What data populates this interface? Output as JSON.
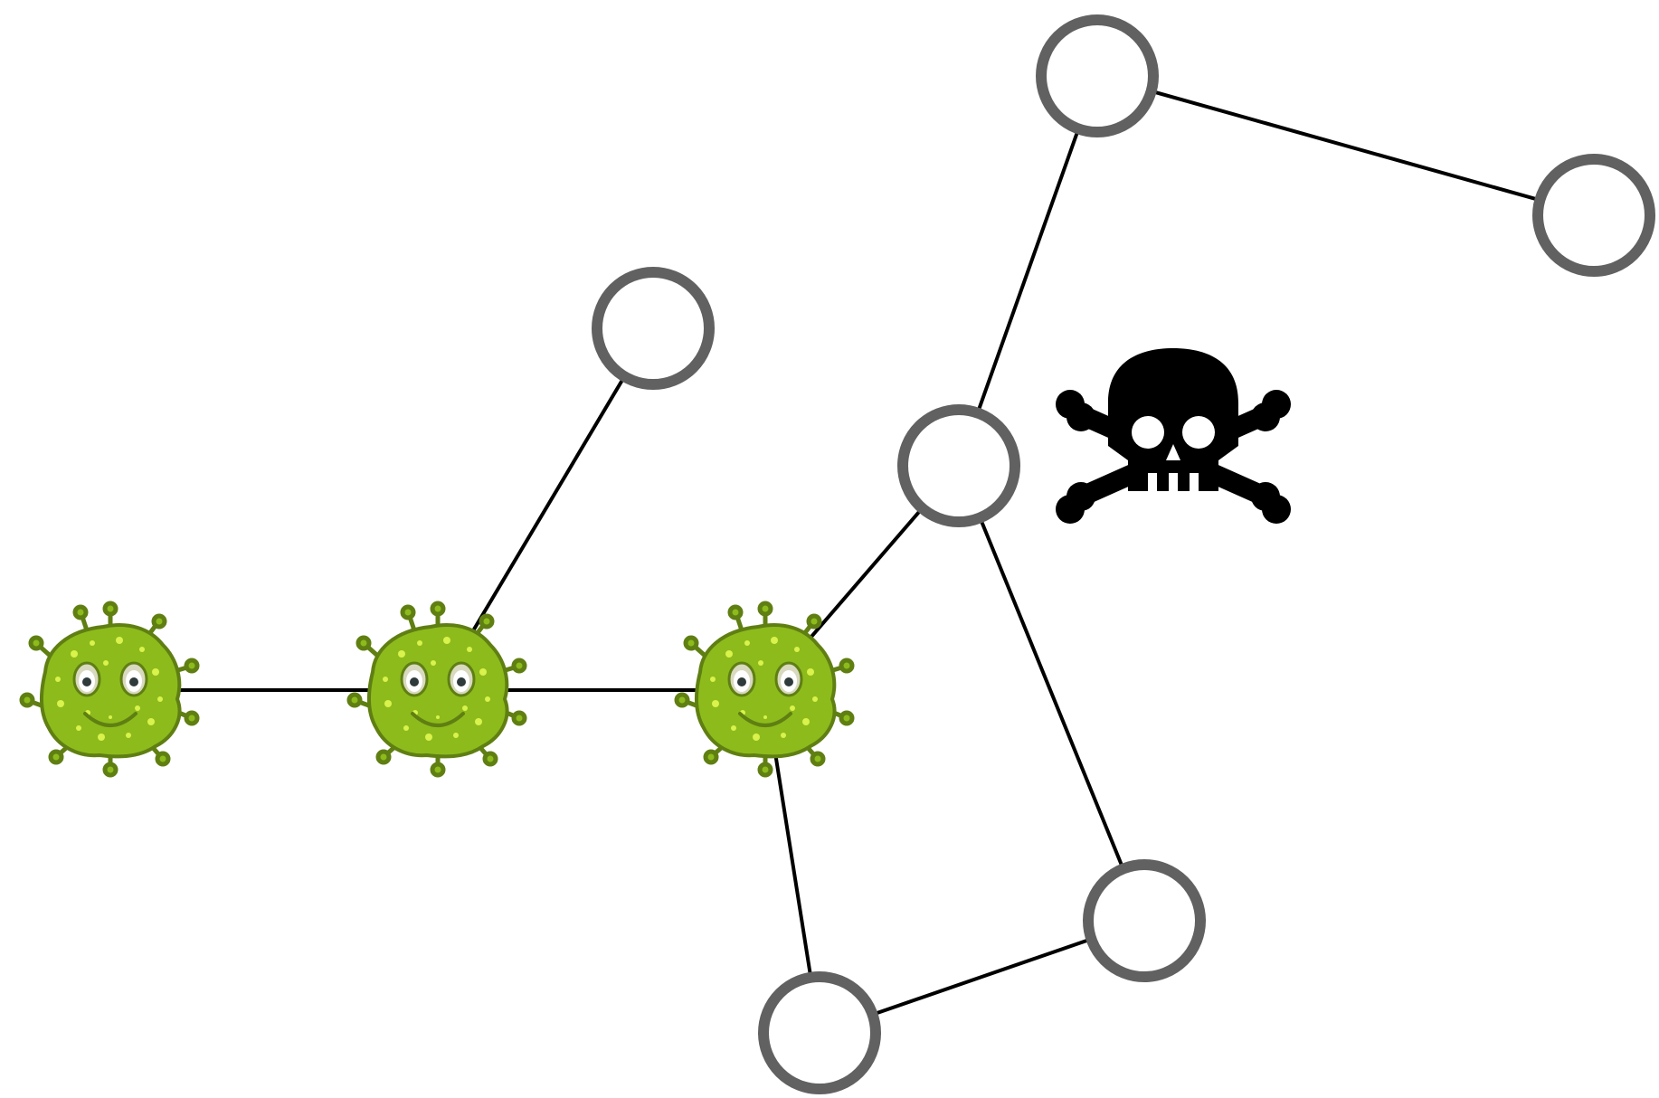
{
  "diagram": {
    "type": "network-graph",
    "colors": {
      "edge": "#000000",
      "node_stroke": "#616161",
      "node_fill": "#ffffff",
      "virus_body": "#8dbb1c",
      "virus_body_dark": "#5f7f12",
      "virus_spot": "#d9f24c",
      "skull": "#000000"
    },
    "nodes": [
      {
        "id": "n1",
        "state": "infected",
        "icon": "virus-icon"
      },
      {
        "id": "n2",
        "state": "infected",
        "icon": "virus-icon"
      },
      {
        "id": "n3",
        "state": "infected",
        "icon": "virus-icon"
      },
      {
        "id": "n4",
        "state": "healthy",
        "icon": "none"
      },
      {
        "id": "n5",
        "state": "healthy",
        "icon": "none"
      },
      {
        "id": "n6",
        "state": "healthy",
        "icon": "none"
      },
      {
        "id": "n7",
        "state": "healthy",
        "icon": "none"
      },
      {
        "id": "n8",
        "state": "healthy",
        "icon": "none"
      },
      {
        "id": "n9",
        "state": "healthy",
        "icon": "none"
      }
    ],
    "edges": [
      [
        "n1",
        "n2"
      ],
      [
        "n2",
        "n3"
      ],
      [
        "n2",
        "n4"
      ],
      [
        "n3",
        "n5"
      ],
      [
        "n3",
        "n9"
      ],
      [
        "n5",
        "n6"
      ],
      [
        "n6",
        "n7"
      ],
      [
        "n5",
        "n8"
      ],
      [
        "n8",
        "n9"
      ]
    ],
    "annotation_icon": "skull-crossbones-icon"
  }
}
